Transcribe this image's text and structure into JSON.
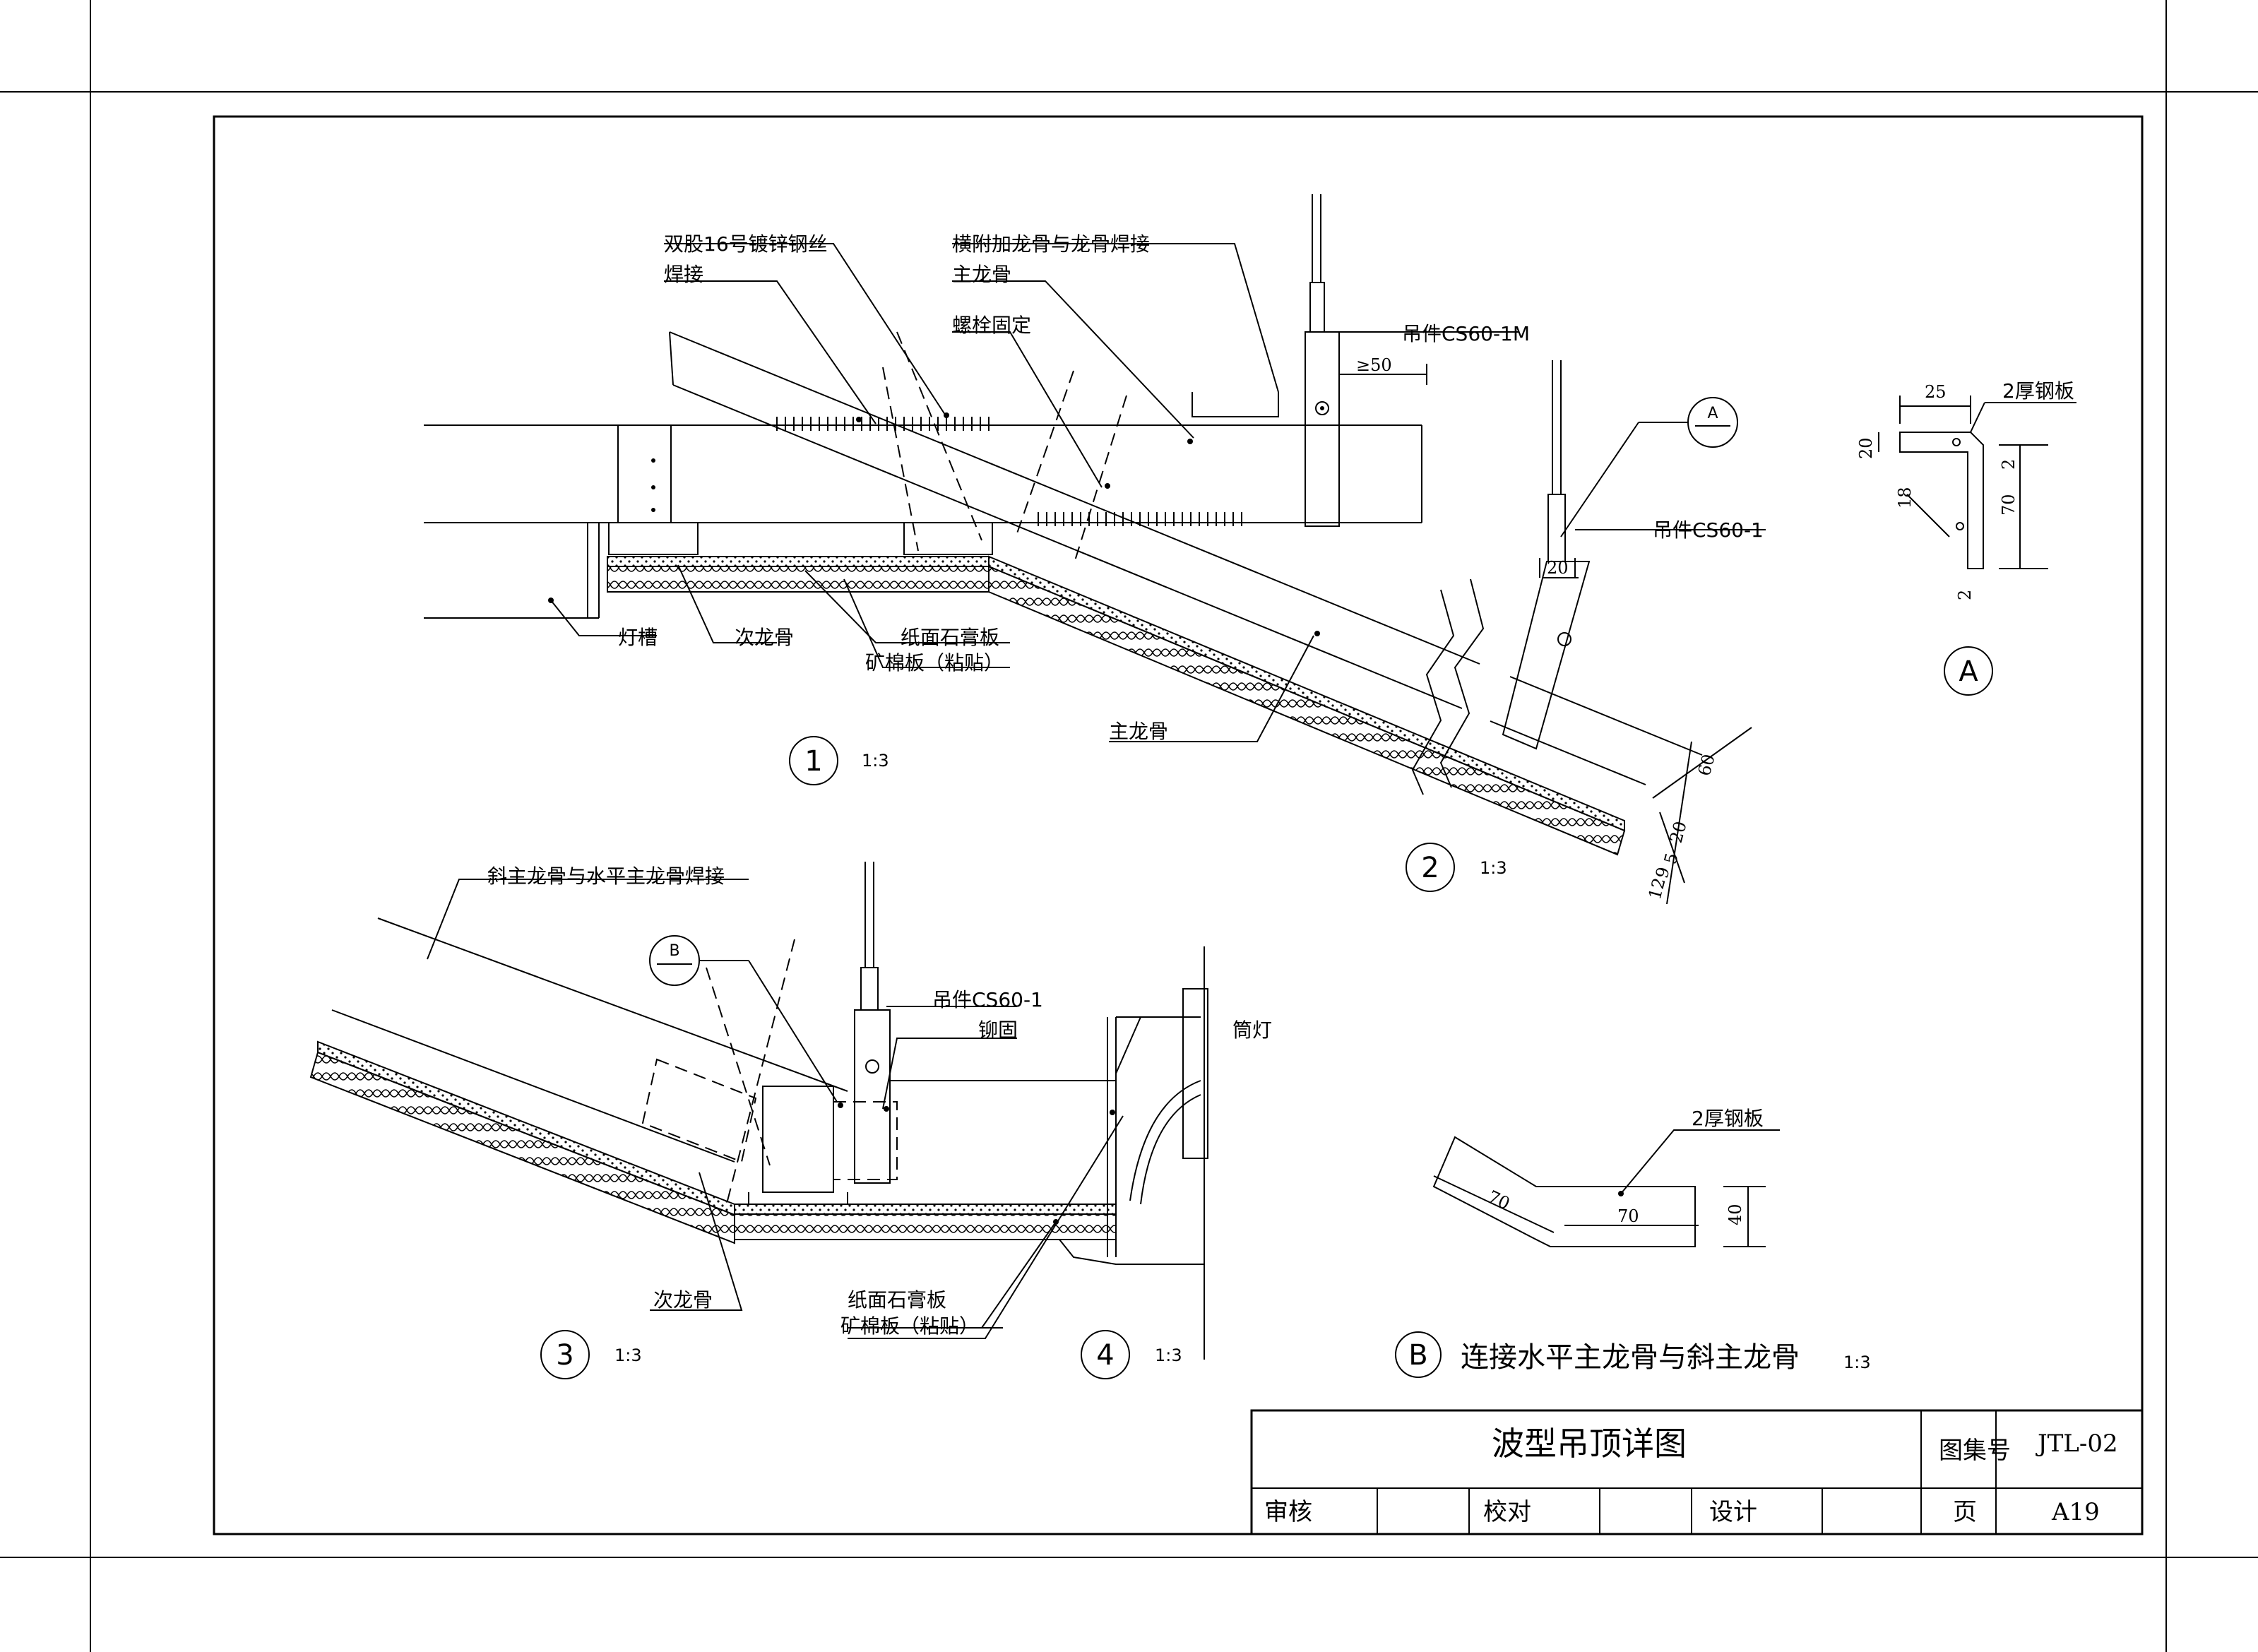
{
  "title_block": {
    "drawing_title": "波型吊顶详图",
    "atlas_label": "图集号",
    "atlas_no": "JTL-02",
    "review_label": "审核",
    "check_label": "校对",
    "design_label": "设计",
    "page_label": "页",
    "page_no": "A19"
  },
  "detail1": {
    "number": "1",
    "scale": "1:3",
    "labels": {
      "wire": "双股16号镀锌钢丝",
      "weld": "焊接",
      "cross_weld": "横附加龙骨与龙骨焊接",
      "main_keel": "主龙骨",
      "bolt": "螺栓固定",
      "hanger": "吊件CS60-1M",
      "dim50": "≥50",
      "light_slot": "灯槽",
      "sub_keel": "次龙骨",
      "gypsum": "纸面石膏板",
      "mineral": "矿棉板（粘贴）",
      "main_keel2": "主龙骨"
    }
  },
  "detail2": {
    "number": "2",
    "scale": "1:3",
    "labels": {
      "callout": "A",
      "hanger": "吊件CS60-1",
      "dim20": "20",
      "d60": "60",
      "d20": "20",
      "d5": "5",
      "d9": "9",
      "d12": "12"
    }
  },
  "detailA": {
    "number": "A",
    "labels": {
      "d25": "25",
      "plate": "2厚钢板",
      "d20": "20",
      "d18": "18",
      "d2a": "2",
      "d70": "70",
      "d2b": "2"
    }
  },
  "detail3": {
    "number": "3",
    "scale": "1:3",
    "labels": {
      "weld": "斜主龙骨与水平主龙骨焊接",
      "callout": "B",
      "hanger": "吊件CS60-1",
      "rivet": "铆固",
      "sub_keel": "次龙骨",
      "gypsum": "纸面石膏板",
      "mineral": "矿棉板（粘贴）"
    }
  },
  "detail4": {
    "number": "4",
    "scale": "1:3",
    "labels": {
      "downlight": "筒灯"
    }
  },
  "detailB": {
    "number": "B",
    "title": "连接水平主龙骨与斜主龙骨",
    "scale": "1:3",
    "labels": {
      "plate": "2厚钢板",
      "d70a": "70",
      "d70b": "70",
      "d40": "40"
    }
  }
}
